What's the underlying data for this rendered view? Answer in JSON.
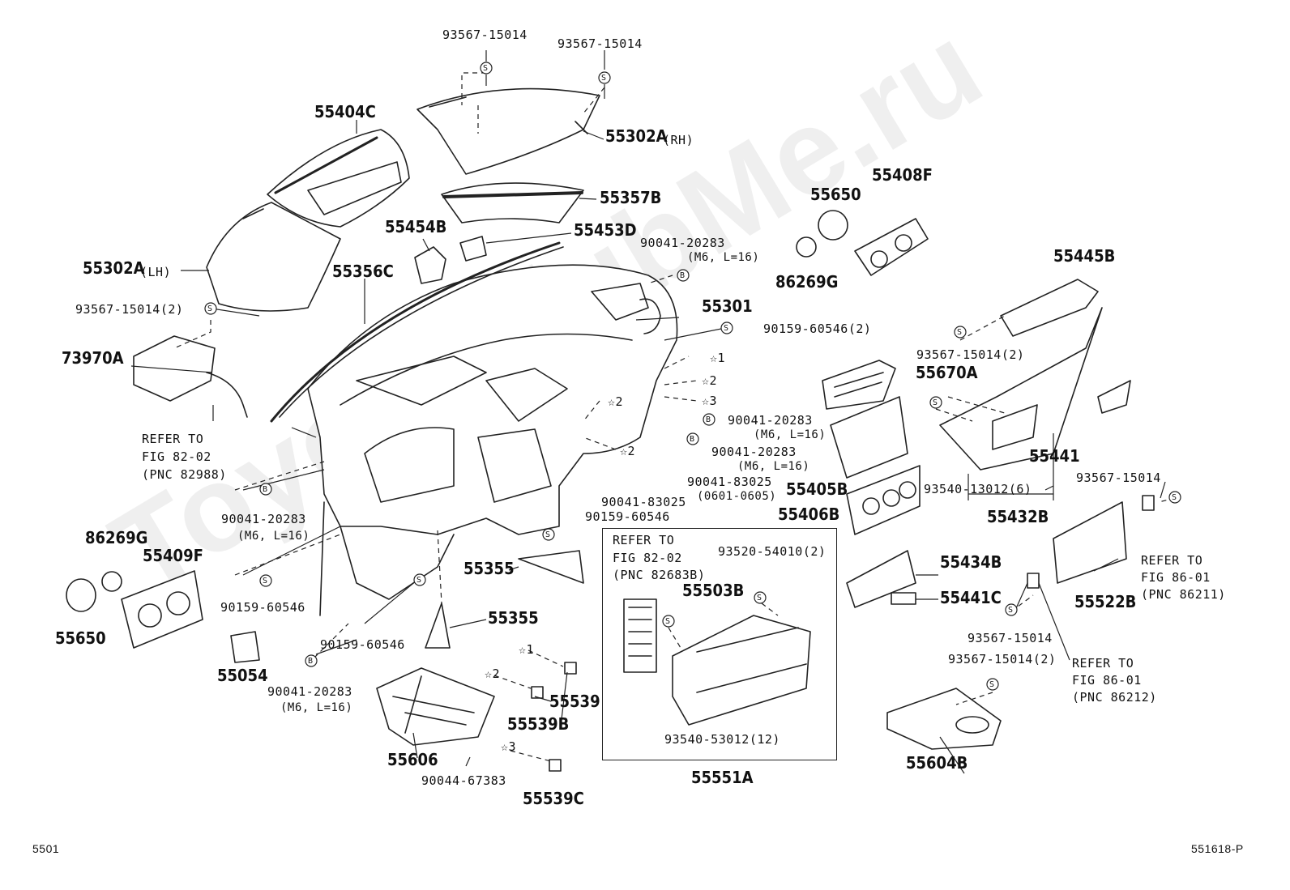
{
  "watermark": "ToyotaClubMe.ru",
  "footer": {
    "left": "5501",
    "right": "551618-P"
  },
  "parts": {
    "p55404C": "55404C",
    "p93567_a": "93567-15014",
    "p93567_b": "93567-15014",
    "p55302A_RH": "55302A",
    "rh": "(RH)",
    "p55357B": "55357B",
    "p55454B": "55454B",
    "p55453D": "55453D",
    "p55302A_LH": "55302A",
    "lh": "(LH)",
    "p55356C": "55356C",
    "p93567_2a": "93567-15014(2)",
    "p73970A": "73970A",
    "refer1": [
      "REFER TO",
      "FIG 82-02",
      "(PNC 82988)"
    ],
    "p90041_top": "90041-20283",
    "m6_top": "(M6, L=16)",
    "p55301": "55301",
    "p90159_2": "90159-60546(2)",
    "star1": "☆1",
    "star2": "☆2",
    "star3": "☆3",
    "star2b": "☆2",
    "star2c": "☆2",
    "p90041_r1": "90041-20283",
    "m6_r1": "(M6, L=16)",
    "p90041_r2": "90041-20283",
    "m6_r2": "(M6, L=16)",
    "p90041_83025a": "90041-83025",
    "range": "(0601-0605)",
    "p90041_83025b": "90041-83025",
    "p90159_c": "90159-60546",
    "p90041_left": "90041-20283",
    "m6_left": "(M6, L=16)",
    "p86269G_a": "86269G",
    "p55409F": "55409F",
    "p55650_a": "55650",
    "p90159_l": "90159-60546",
    "p90159_m": "90159-60546",
    "p55054": "55054",
    "p90041_bot": "90041-20283",
    "m6_bot": "(M6, L=16)",
    "p55355_a": "55355",
    "p55355_b": "55355",
    "s1": "☆1",
    "s2": "☆2",
    "s3": "☆3",
    "p55539": "55539",
    "p55539B": "55539B",
    "p55539C": "55539C",
    "p55606": "55606",
    "p90044": "90044-67383",
    "refer2": [
      "REFER TO",
      "FIG 82-02",
      "(PNC 82683B)"
    ],
    "p93520": "93520-54010(2)",
    "p55503B": "55503B",
    "p93540_12": "93540-53012(12)",
    "p55551A": "55551A",
    "p55650_b": "55650",
    "p55408F": "55408F",
    "p86269G_b": "86269G",
    "p55445B": "55445B",
    "p93567_2b": "93567-15014(2)",
    "p55670A": "55670A",
    "p55405B": "55405B",
    "p55406B": "55406B",
    "p55441": "55441",
    "p93540_6": "93540-13012(6)",
    "p55432B": "55432B",
    "p93567_c": "93567-15014",
    "refer3": [
      "REFER TO",
      "FIG 86-01",
      "(PNC 86211)"
    ],
    "p55434B": "55434B",
    "p55441C": "55441C",
    "p55522B": "55522B",
    "p93567_d": "93567-15014",
    "refer4": [
      "REFER TO",
      "FIG 86-01",
      "(PNC 86212)"
    ],
    "p93567_2c": "93567-15014(2)",
    "p55604B": "55604B"
  },
  "symbols": {
    "s": "S",
    "b": "B"
  }
}
